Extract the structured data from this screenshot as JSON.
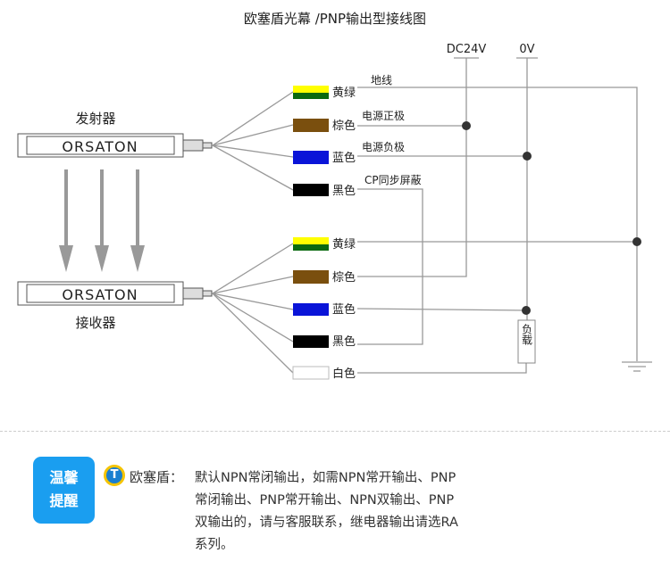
{
  "title": "欧塞盾光幕 /PNP输出型接线图",
  "power": {
    "positive": "DC24V",
    "negative": "0V"
  },
  "emitter": {
    "label": "发射器",
    "brand": "ORSATON",
    "wires": [
      {
        "name": "黄绿",
        "func": "地线"
      },
      {
        "name": "棕色",
        "func": "电源正极"
      },
      {
        "name": "蓝色",
        "func": "电源负极"
      },
      {
        "name": "黑色",
        "func": "CP同步屏蔽"
      }
    ]
  },
  "receiver": {
    "label": "接收器",
    "brand": "ORSATON",
    "wires": [
      {
        "name": "黄绿"
      },
      {
        "name": "棕色"
      },
      {
        "name": "蓝色"
      },
      {
        "name": "黑色"
      },
      {
        "name": "白色"
      }
    ]
  },
  "load_label": "负载",
  "colors": {
    "yellow": "#ffff00",
    "green": "#0a6a10",
    "brown": "#7a4f0e",
    "blue": "#0a14d8",
    "black": "#000000",
    "white": "#ffffff",
    "tip": "#1a9ef0"
  },
  "tip": {
    "line1": "温馨",
    "line2": "提醒"
  },
  "brand_label": "欧塞盾：",
  "logo_letter": "T",
  "note": "默认NPN常闭输出，如需NPN常开输出、PNP常闭输出、PNP常开输出、NPN双输出、PNP双输出的，请与客服联系，继电器输出请选RA系列。"
}
